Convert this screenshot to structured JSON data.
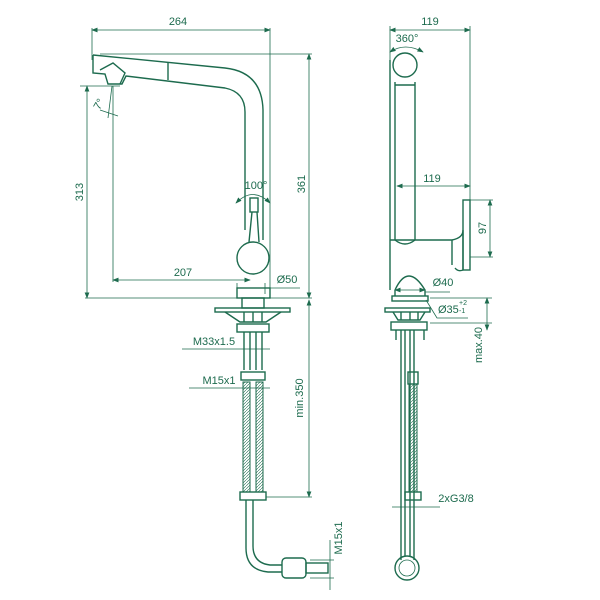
{
  "colors": {
    "line": "#1d6b4e",
    "background": "#ffffff"
  },
  "front_view": {
    "dim_width": "264",
    "dim_spout_height": "313",
    "dim_total_height": "361",
    "dim_reach": "207",
    "dim_base_diameter": "Ø50",
    "angle_spout": "7°",
    "angle_lever": "100°",
    "thread_main": "M33x1.5",
    "thread_hose": "M15x1",
    "dim_hose_length": "min.350",
    "thread_outlet": "M15x1"
  },
  "side_view": {
    "dim_depth_top": "119",
    "rotation": "360°",
    "dim_depth_lever": "119",
    "dim_lever_height": "97",
    "dim_body_diameter": "Ø40",
    "dim_hole_diameter": "Ø35",
    "hole_tolerance_plus": "+2",
    "hole_tolerance_minus": "-1",
    "dim_deck_thickness": "max.40",
    "connection": "2xG3/8"
  }
}
